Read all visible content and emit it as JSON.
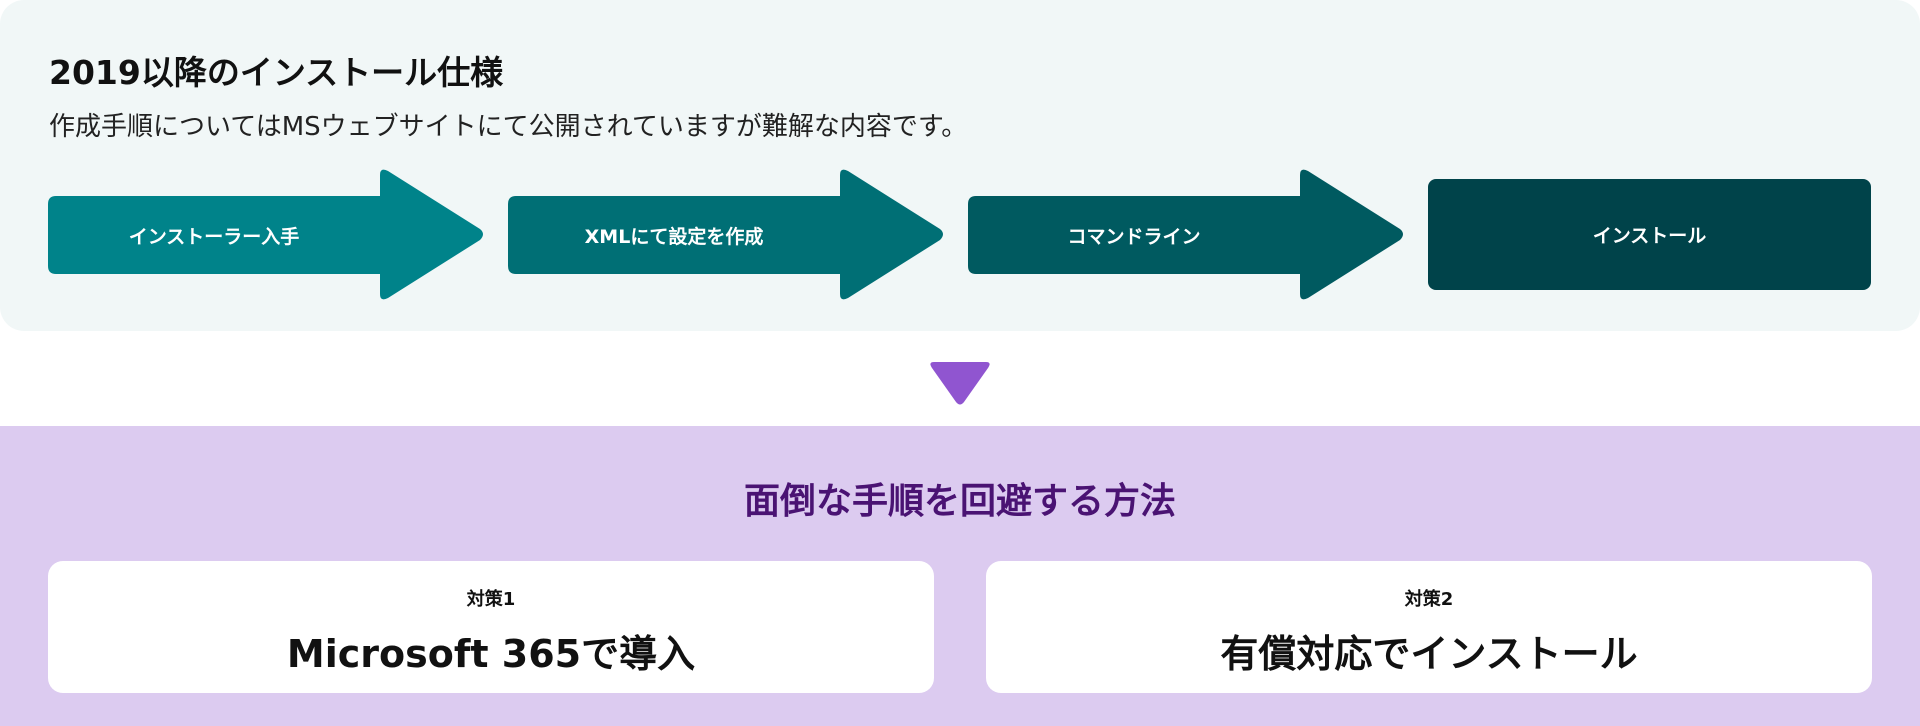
{
  "header": {
    "title": "2019以降のインストール仕様",
    "subtitle": "作成手順についてはMSウェブサイトにて公開されていますが難解な内容です。"
  },
  "steps": [
    {
      "label": "インストーラー入手",
      "color": "#00838a"
    },
    {
      "label": "XMLにて設定を作成",
      "color": "#006f75"
    },
    {
      "label": "コマンドライン",
      "color": "#005a60"
    },
    {
      "label": "インストール",
      "color": "#00434a"
    }
  ],
  "solution": {
    "heading": "面倒な手順を回避する方法",
    "cards": [
      {
        "label": "対策1",
        "title": "Microsoft 365で導入"
      },
      {
        "label": "対策2",
        "title": "有償対応でインストール"
      }
    ]
  }
}
